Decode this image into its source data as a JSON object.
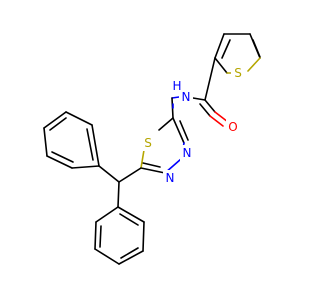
{
  "molecule": {
    "atoms": {
      "thiophene_s": "S",
      "amide_n": "N",
      "amide_h": "H",
      "carbonyl_o": "O",
      "thiadiazole_s": "S",
      "thiadiazole_n3": "N",
      "thiadiazole_n4": "N"
    },
    "colors": {
      "carbon_bond": "#000000",
      "nitrogen": "#0000ff",
      "sulfur": "#b5a600",
      "oxygen": "#ff0000"
    }
  }
}
